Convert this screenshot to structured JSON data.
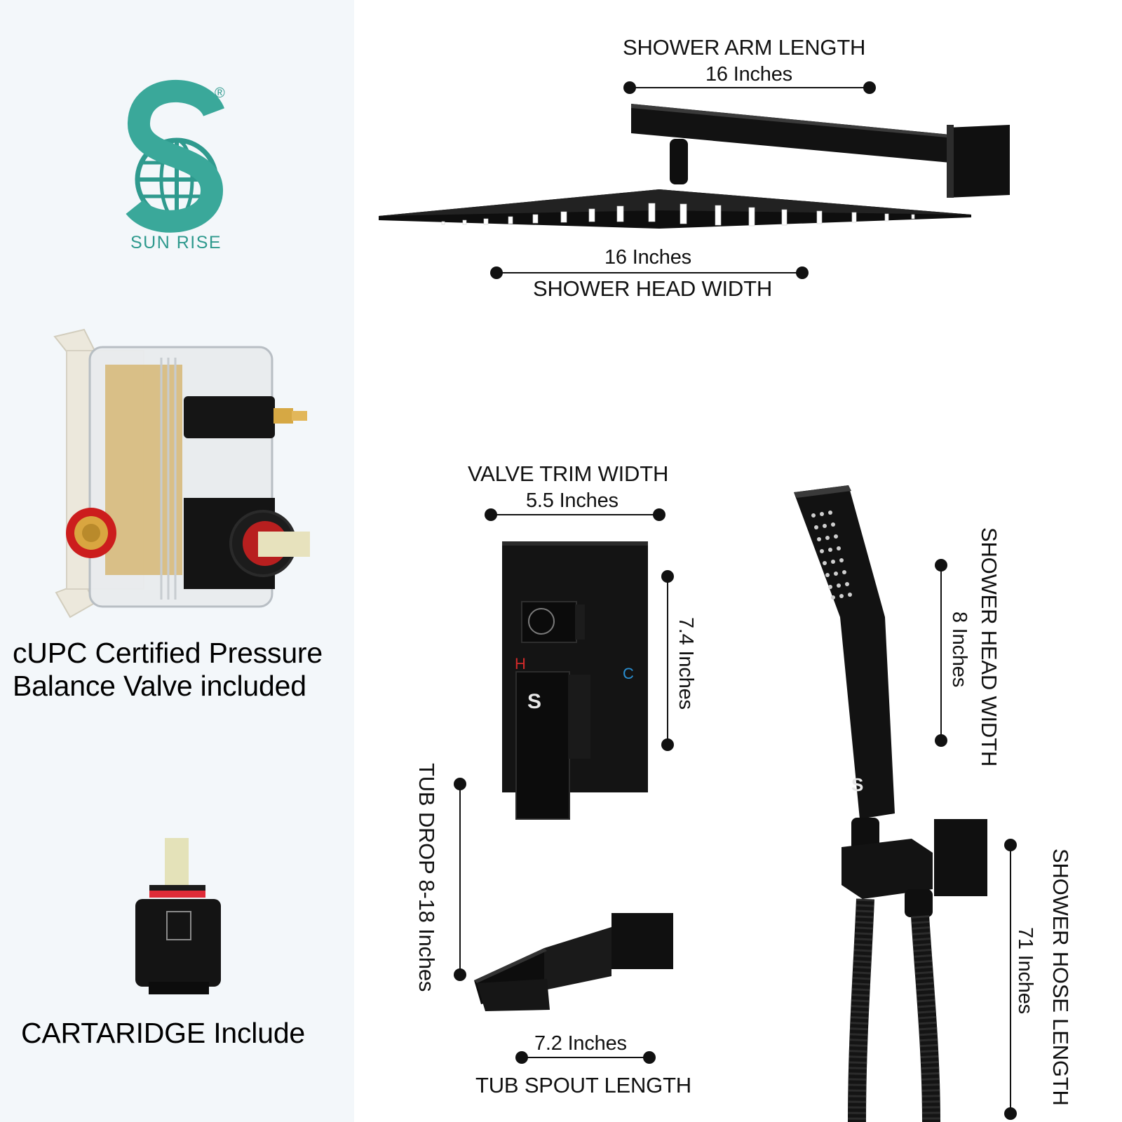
{
  "brand": {
    "name": "SUN RISE",
    "registered_mark": "®"
  },
  "left_panel": {
    "valve_caption_line1": "cUPC Certified Pressure",
    "valve_caption_line2": "Balance Valve included",
    "cartridge_caption": "CARTARIDGE Include"
  },
  "dimensions": {
    "shower_arm": {
      "title": "SHOWER ARM LENGTH",
      "value": "16 Inches"
    },
    "shower_head": {
      "title": "SHOWER HEAD WIDTH",
      "value": "16 Inches"
    },
    "valve_trim": {
      "title": "VALVE TRIM WIDTH",
      "value": "5.5 Inches"
    },
    "valve_trim_height": {
      "value": "7.4 Inches"
    },
    "tub_drop": {
      "title": "TUB DROP 8-18 Inches"
    },
    "tub_spout": {
      "title": "TUB SPOUT LENGTH",
      "value": "7.2 Inches"
    },
    "hand_shower": {
      "title": "SHOWER HEAD WIDTH",
      "value": "8 Inches"
    },
    "hose": {
      "title": "SHOWER HOSE LENGTH",
      "value": "71 Inches"
    }
  },
  "trim_marks": {
    "hot": "H",
    "cold": "C"
  },
  "colors": {
    "brand_teal": "#2f9a8e",
    "matte_black": "#111111",
    "panel_bg": "#f3f7fa",
    "hot_red": "#d22a2a",
    "cold_blue": "#2a8fd2"
  }
}
